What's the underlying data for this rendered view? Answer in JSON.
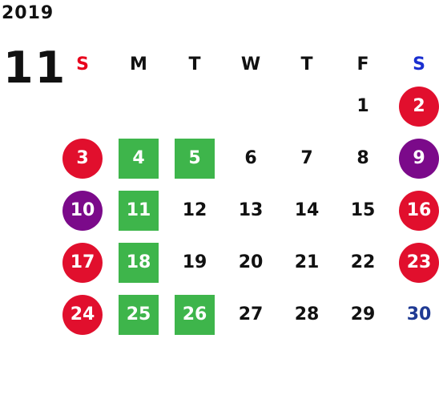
{
  "calendar": {
    "year": "2019",
    "month": "11",
    "weekdays": [
      "S",
      "M",
      "T",
      "W",
      "T",
      "F",
      "S"
    ],
    "colors": {
      "holiday_red": "#e10f2d",
      "special_purple": "#7b0a8a",
      "marked_green": "#3eb54b",
      "sunday_header": "#e8001c",
      "saturday_header": "#1a2fd0",
      "saturday_text_blue": "#1f3a93"
    },
    "weeks": [
      [
        {
          "day": "",
          "style": "none"
        },
        {
          "day": "",
          "style": "none"
        },
        {
          "day": "",
          "style": "none"
        },
        {
          "day": "",
          "style": "none"
        },
        {
          "day": "",
          "style": "none"
        },
        {
          "day": "1",
          "style": "plain"
        },
        {
          "day": "2",
          "style": "red"
        }
      ],
      [
        {
          "day": "3",
          "style": "red"
        },
        {
          "day": "4",
          "style": "green"
        },
        {
          "day": "5",
          "style": "green"
        },
        {
          "day": "6",
          "style": "plain"
        },
        {
          "day": "7",
          "style": "plain"
        },
        {
          "day": "8",
          "style": "plain"
        },
        {
          "day": "9",
          "style": "purple"
        }
      ],
      [
        {
          "day": "10",
          "style": "purple"
        },
        {
          "day": "11",
          "style": "green"
        },
        {
          "day": "12",
          "style": "plain"
        },
        {
          "day": "13",
          "style": "plain"
        },
        {
          "day": "14",
          "style": "plain"
        },
        {
          "day": "15",
          "style": "plain"
        },
        {
          "day": "16",
          "style": "red"
        }
      ],
      [
        {
          "day": "17",
          "style": "red"
        },
        {
          "day": "18",
          "style": "green"
        },
        {
          "day": "19",
          "style": "plain"
        },
        {
          "day": "20",
          "style": "plain"
        },
        {
          "day": "21",
          "style": "plain"
        },
        {
          "day": "22",
          "style": "plain"
        },
        {
          "day": "23",
          "style": "red"
        }
      ],
      [
        {
          "day": "24",
          "style": "red"
        },
        {
          "day": "25",
          "style": "green"
        },
        {
          "day": "26",
          "style": "green"
        },
        {
          "day": "27",
          "style": "plain"
        },
        {
          "day": "28",
          "style": "plain"
        },
        {
          "day": "29",
          "style": "plain"
        },
        {
          "day": "30",
          "style": "blue-text"
        }
      ]
    ]
  }
}
